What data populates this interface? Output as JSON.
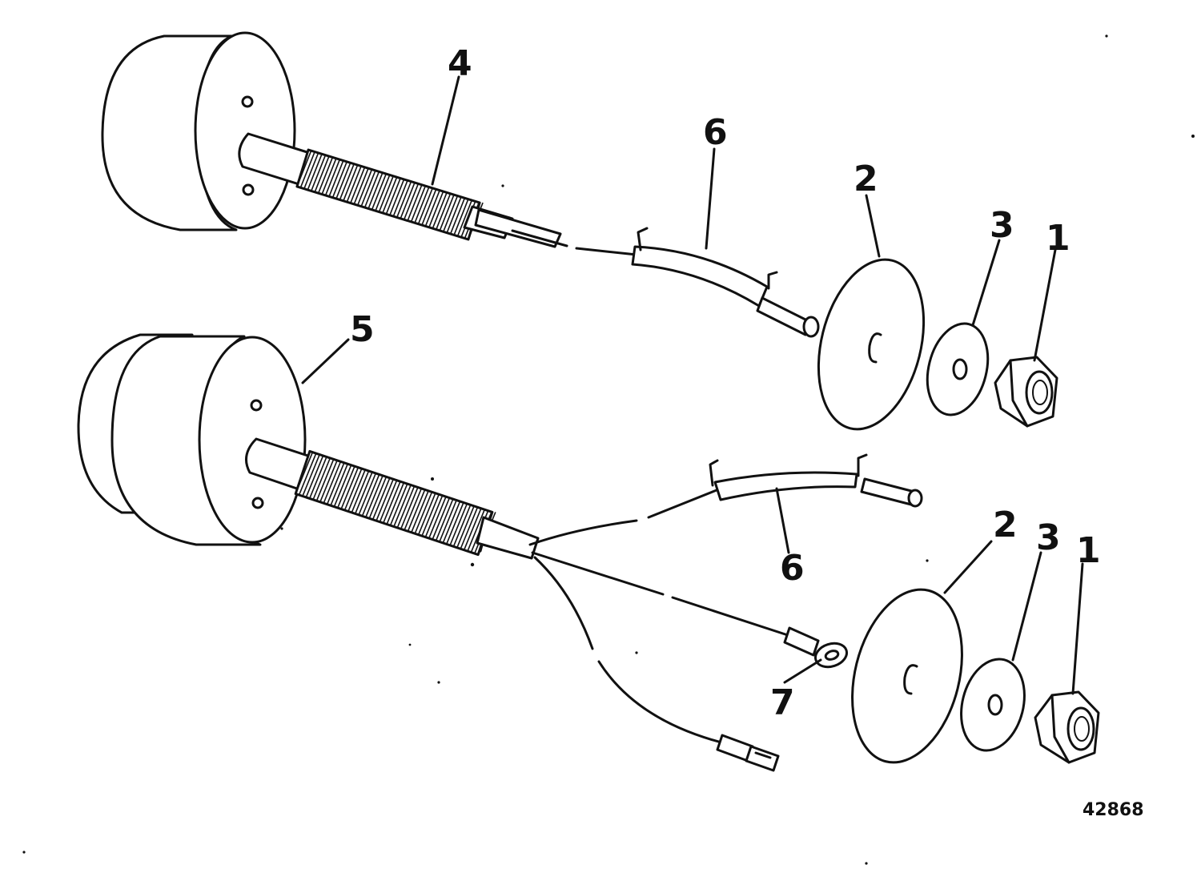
{
  "callouts": {
    "c4": "4",
    "c6_top": "6",
    "c2_top": "2",
    "c3_top": "3",
    "c1_top": "1",
    "c5": "5",
    "c6_bottom": "6",
    "c2_bottom": "2",
    "c3_bottom": "3",
    "c1_bottom": "1",
    "c7": "7"
  },
  "figure_number": "42868"
}
